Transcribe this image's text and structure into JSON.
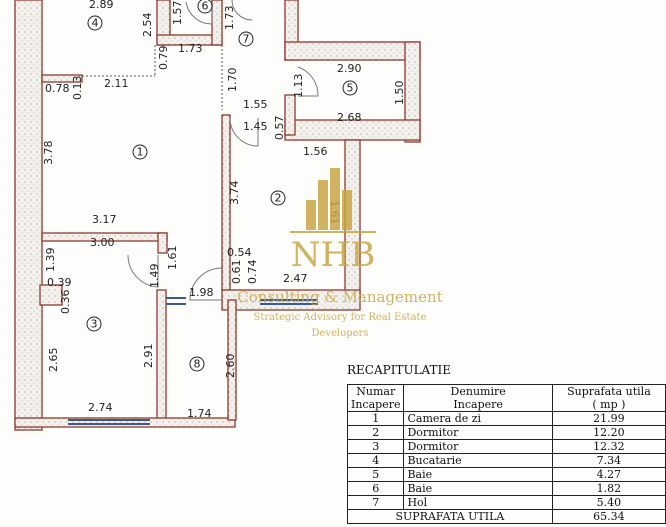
{
  "rooms": [
    "1",
    "2",
    "3",
    "4",
    "5",
    "6",
    "7",
    "8"
  ],
  "dimensions": {
    "r4_width": "2.89",
    "r4_height": "2.54",
    "r4_offset": "0.79",
    "r4_bottom": "2.11",
    "r1_wall_a": "0.78",
    "r1_wall_b": "0.13",
    "r1_height": "3.78",
    "r1_width": "3.17",
    "r6_height": "1.57",
    "r6_width": "1.73",
    "r7_a": "1.73",
    "r7_b": "1.70",
    "r7_c": "1.55",
    "r7_d": "1.45",
    "r7_e": "0.57",
    "r5_top": "2.90",
    "r5_bottom": "2.68",
    "r5_height": "1.50",
    "r5_door": "1.13",
    "r2_top": "1.56",
    "r2_height": "3.74",
    "r2_inner": "1.61",
    "r2_a": "0.54",
    "r2_b": "0.61",
    "r2_c": "0.74",
    "r2_bottom": "2.47",
    "r3_top": "3.00",
    "r3_a": "1.39",
    "r3_b": "0.39",
    "r3_c": "0.36",
    "r3_d": "1.49",
    "r3_e": "1.61",
    "r3_left": "2.65",
    "r3_right": "2.91",
    "r3_bottom": "2.74",
    "r8_a": "1.98",
    "r8_height": "2.60",
    "r8_bottom": "1.74"
  },
  "watermark": {
    "brand": "NHB",
    "line1": "Consulting & Management",
    "line2": "Strategic Advisory for Real Estate",
    "line3": "Developers"
  },
  "recap": {
    "title": "RECAPITULATIE",
    "headers": {
      "number": [
        "Numar",
        "Incapere"
      ],
      "name": [
        "Denumire",
        "Incapere"
      ],
      "area": [
        "Suprafata utila",
        "( mp )"
      ]
    },
    "rows": [
      {
        "nr": "1",
        "name": "Camera de zi",
        "area": "21.99"
      },
      {
        "nr": "2",
        "name": "Dormitor",
        "area": "12.20"
      },
      {
        "nr": "3",
        "name": "Dormitor",
        "area": "12.32"
      },
      {
        "nr": "4",
        "name": "Bucatarie",
        "area": "7.34"
      },
      {
        "nr": "5",
        "name": "Baie",
        "area": "4.27"
      },
      {
        "nr": "6",
        "name": "Baie",
        "area": "1.82"
      },
      {
        "nr": "7",
        "name": "Hol",
        "area": "5.40"
      }
    ],
    "total_label": "SUPRAFATA UTILA",
    "total_value": "65.34"
  },
  "colors": {
    "wall_line": "#8b3a2e",
    "window": "#3a5a8c",
    "watermark": "#c9a646"
  }
}
